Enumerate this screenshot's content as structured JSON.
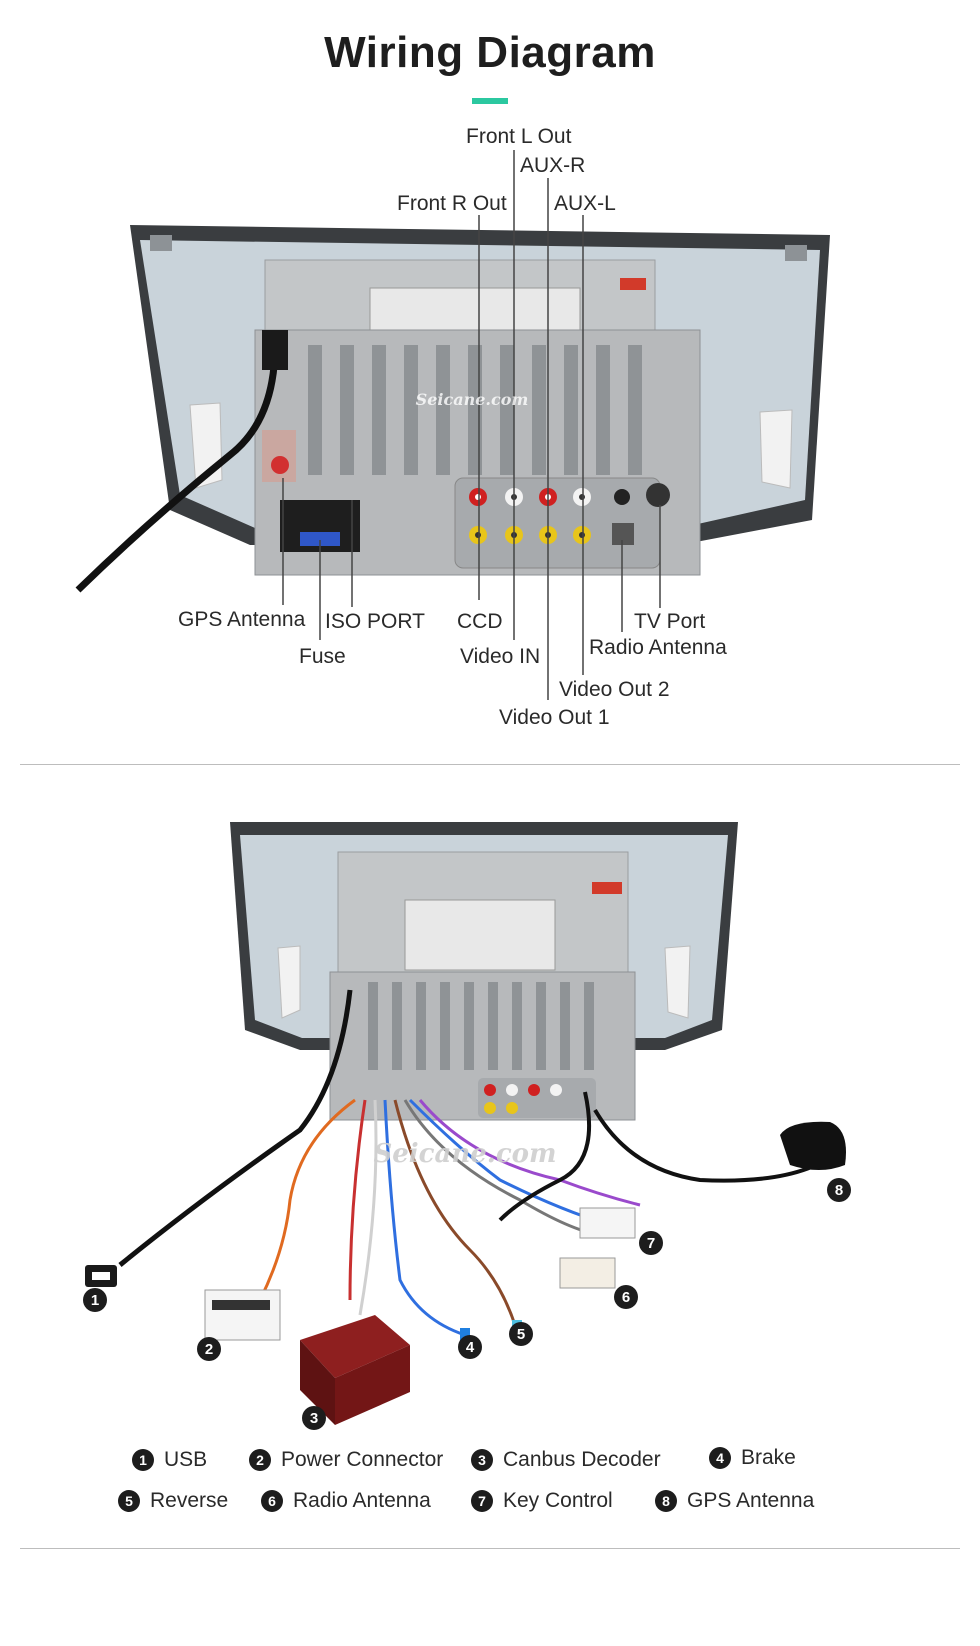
{
  "title": "Wiring Diagram",
  "colors": {
    "accent": "#2bc8a0",
    "panel": "#c9d3da",
    "chassis": "#b7b9bb",
    "frame": "#3a3d40"
  },
  "watermark": "Seicane.com",
  "top_labels": {
    "front_l_out": "Front L Out",
    "aux_r": "AUX-R",
    "front_r_out": "Front R Out",
    "aux_l": "AUX-L",
    "gps_antenna": "GPS Antenna",
    "iso_port": "ISO PORT",
    "fuse": "Fuse",
    "ccd": "CCD",
    "video_in": "Video IN",
    "tv_port": "TV Port",
    "radio_antenna": "Radio Antenna",
    "video_out_2": "Video Out 2",
    "video_out_1": "Video Out 1"
  },
  "legend": [
    {
      "num": "1",
      "label": "USB"
    },
    {
      "num": "2",
      "label": "Power Connector"
    },
    {
      "num": "3",
      "label": "Canbus Decoder"
    },
    {
      "num": "4",
      "label": "Brake"
    },
    {
      "num": "5",
      "label": "Reverse"
    },
    {
      "num": "6",
      "label": "Radio Antenna"
    },
    {
      "num": "7",
      "label": "Key Control"
    },
    {
      "num": "8",
      "label": "GPS Antenna"
    }
  ]
}
